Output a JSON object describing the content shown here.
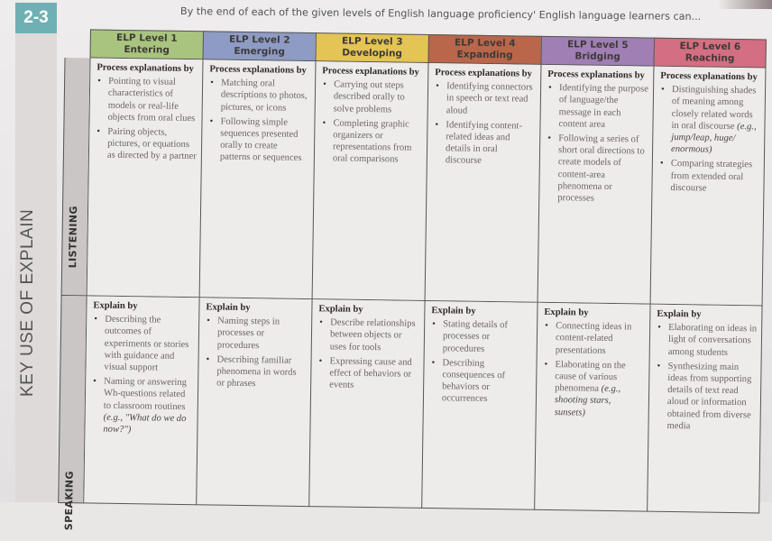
{
  "page": {
    "section_badge": "2-3",
    "key_use_title": "KEY USE OF EXPLAIN",
    "intro_text": "By the end of each of the given levels of English language proficiency' English language learners can..."
  },
  "levels": [
    {
      "title": "ELP Level 1",
      "name": "Entering",
      "color": "#a9c47f"
    },
    {
      "title": "ELP Level 2",
      "name": "Emerging",
      "color": "#8e9bc4"
    },
    {
      "title": "ELP Level 3",
      "name": "Developing",
      "color": "#e3c455"
    },
    {
      "title": "ELP Level 4",
      "name": "Expanding",
      "color": "#b9664a"
    },
    {
      "title": "ELP Level 5",
      "name": "Bridging",
      "color": "#a07fb5"
    },
    {
      "title": "ELP Level 6",
      "name": "Reaching",
      "color": "#d46e82"
    }
  ],
  "rows": [
    {
      "label": "LISTENING",
      "lead": "Process explanations by",
      "cells": [
        {
          "bullets": [
            {
              "text": "Pointing to visual characteristics of models or real-life objects from oral clues",
              "example": ""
            },
            {
              "text": "Pairing objects, pictures, or equations as directed by a partner",
              "example": ""
            }
          ]
        },
        {
          "bullets": [
            {
              "text": "Matching oral descriptions to photos, pictures, or icons",
              "example": ""
            },
            {
              "text": "Following simple sequences presented orally to create patterns or sequences",
              "example": ""
            }
          ]
        },
        {
          "bullets": [
            {
              "text": "Carrying out steps described orally to solve problems",
              "example": ""
            },
            {
              "text": "Completing graphic organizers or representations from oral comparisons",
              "example": ""
            }
          ]
        },
        {
          "bullets": [
            {
              "text": "Identifying connectors in speech or text read aloud",
              "example": ""
            },
            {
              "text": "Identifying content-related ideas and details in oral discourse",
              "example": ""
            }
          ]
        },
        {
          "bullets": [
            {
              "text": "Identifying the purpose of language/the message in each content area",
              "example": ""
            },
            {
              "text": "Following a series of short oral directions to create models of content-area phenomena or processes",
              "example": ""
            }
          ]
        },
        {
          "bullets": [
            {
              "text": "Distinguishing shades of meaning among closely related words in oral discourse",
              "example": "(e.g., jump/leap, huge/ enormous)"
            },
            {
              "text": "Comparing strategies from extended oral discourse",
              "example": ""
            }
          ]
        }
      ]
    },
    {
      "label": "SPEAKING",
      "lead": "Explain by",
      "cells": [
        {
          "bullets": [
            {
              "text": "Describing the outcomes of experiments or stories with guidance and visual support",
              "example": ""
            },
            {
              "text": "Naming or answering Wh-questions related to classroom routines",
              "example": "(e.g., \"What do we do now?\")"
            }
          ]
        },
        {
          "bullets": [
            {
              "text": "Naming steps in processes or procedures",
              "example": ""
            },
            {
              "text": "Describing familiar phenomena in words or phrases",
              "example": ""
            }
          ]
        },
        {
          "bullets": [
            {
              "text": "Describe relationships between objects or uses for tools",
              "example": ""
            },
            {
              "text": "Expressing cause and effect of behaviors or events",
              "example": ""
            }
          ]
        },
        {
          "bullets": [
            {
              "text": "Stating details of processes or procedures",
              "example": ""
            },
            {
              "text": "Describing consequences of behaviors or occurrences",
              "example": ""
            }
          ]
        },
        {
          "bullets": [
            {
              "text": "Connecting ideas in content-related presentations",
              "example": ""
            },
            {
              "text": "Elaborating on the cause of various phenomena",
              "example": "(e.g., shooting stars, sunsets)"
            }
          ]
        },
        {
          "bullets": [
            {
              "text": "Elaborating on ideas in light of conversations among students",
              "example": ""
            },
            {
              "text": "Synthesizing main ideas from supporting details of text read aloud or information obtained from diverse media",
              "example": ""
            }
          ]
        }
      ]
    }
  ]
}
